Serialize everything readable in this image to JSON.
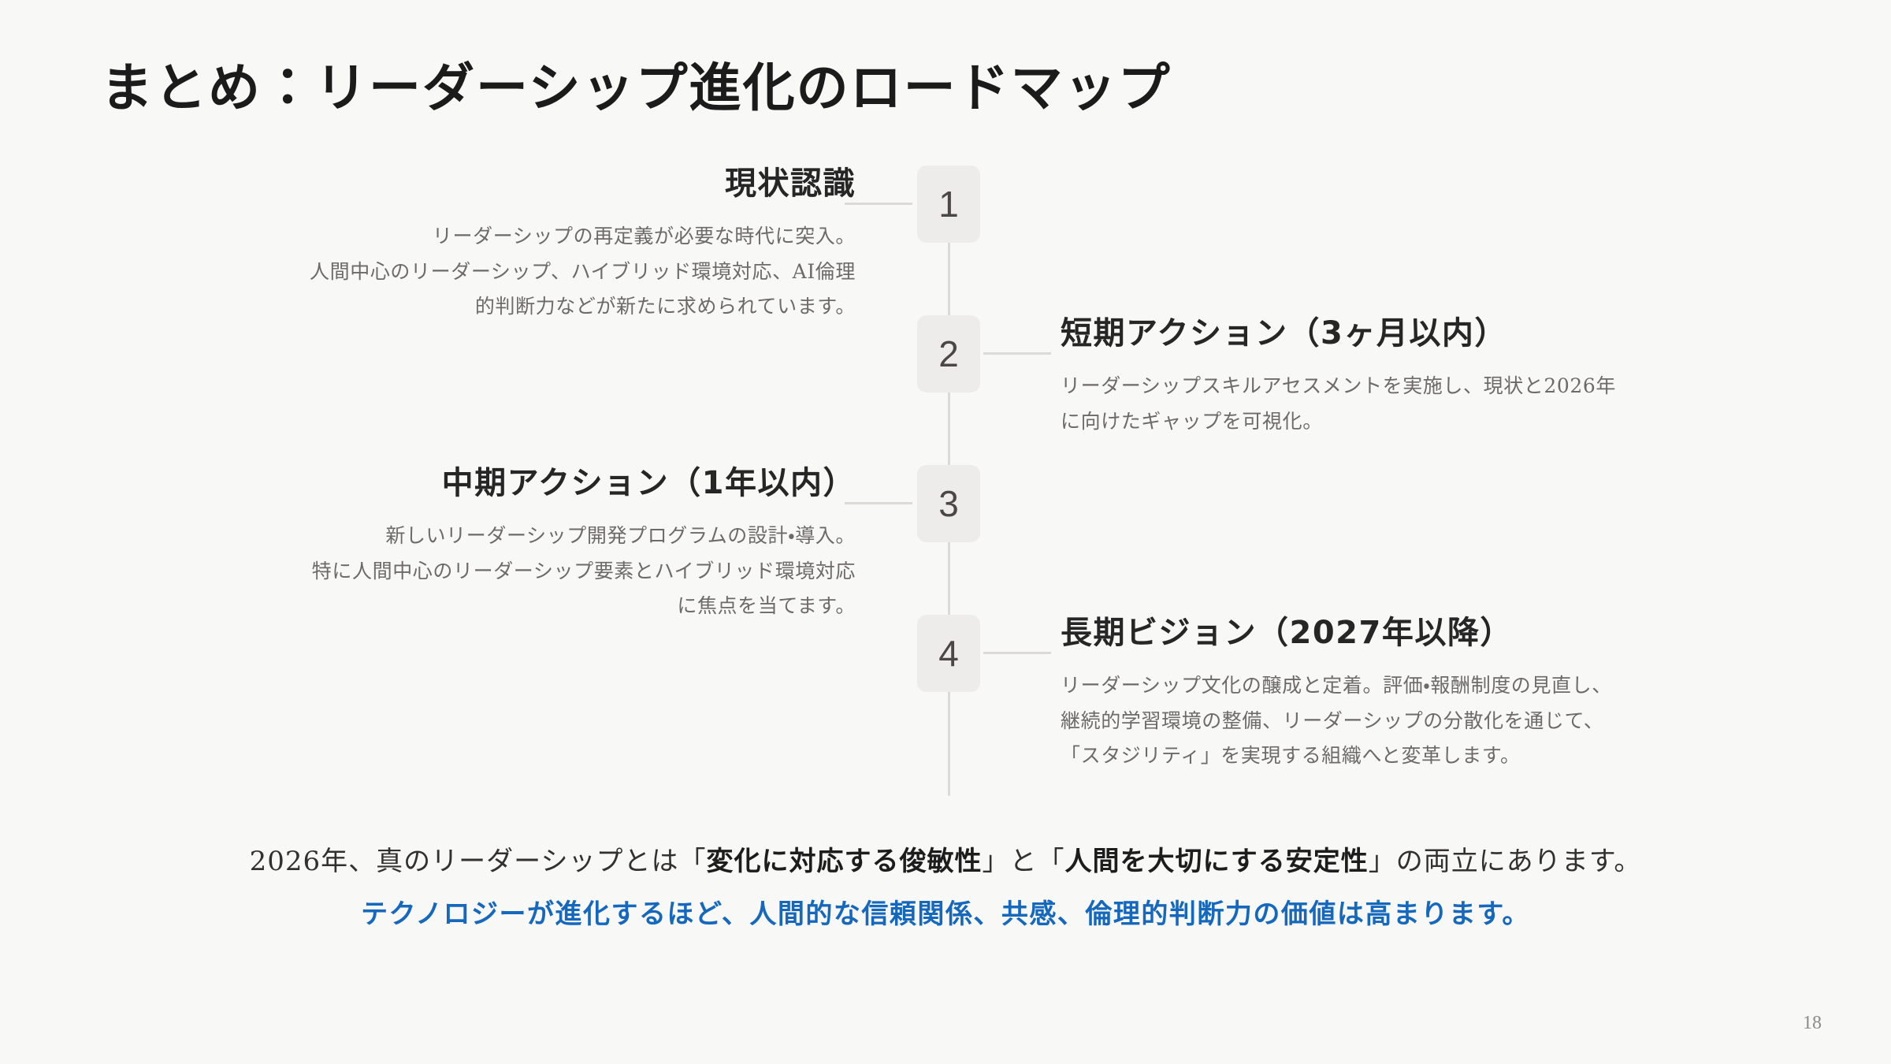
{
  "slide": {
    "title": "まとめ：リーダーシップ進化のロードマップ",
    "page_number": "18",
    "background_color": "#f8f8f7",
    "accent_color": "#1668bd",
    "line_color": "#dcdad7",
    "badge_background": "#eeecea"
  },
  "timeline": {
    "items": [
      {
        "number": "1",
        "side": "left",
        "heading": "現状認識",
        "body": "リーダーシップの再定義が必要な時代に突入。\n人間中心のリーダーシップ、ハイブリッド環境対応、AI倫理\n的判断力などが新たに求められています。"
      },
      {
        "number": "2",
        "side": "right",
        "heading": "短期アクション（3ヶ月以内）",
        "body": "リーダーシップスキルアセスメントを実施し、現状と2026年\nに向けたギャップを可視化。"
      },
      {
        "number": "3",
        "side": "left",
        "heading": "中期アクション（1年以内）",
        "body": "新しいリーダーシップ開発プログラムの設計・導入。\n特に人間中心のリーダーシップ要素とハイブリッド環境対応\nに焦点を当てます。"
      },
      {
        "number": "4",
        "side": "right",
        "heading": "長期ビジョン（2027年以降）",
        "body": "リーダーシップ文化の醸成と定着。評価・報酬制度の見直し、\n継続的学習環境の整備、リーダーシップの分散化を通じて、\n「スタジリティ」を実現する組織へと変革します。"
      }
    ]
  },
  "conclusion": {
    "line1_part1": "2026年、真のリーダーシップとは「",
    "line1_em1": "変化に対応する俊敏性",
    "line1_part2": "」と「",
    "line1_em2": "人間を大切にする安定性",
    "line1_part3": "」の両立にあります。",
    "line2": "テクノロジーが進化するほど、人間的な信頼関係、共感、倫理的判断力の価値は高まります。"
  }
}
